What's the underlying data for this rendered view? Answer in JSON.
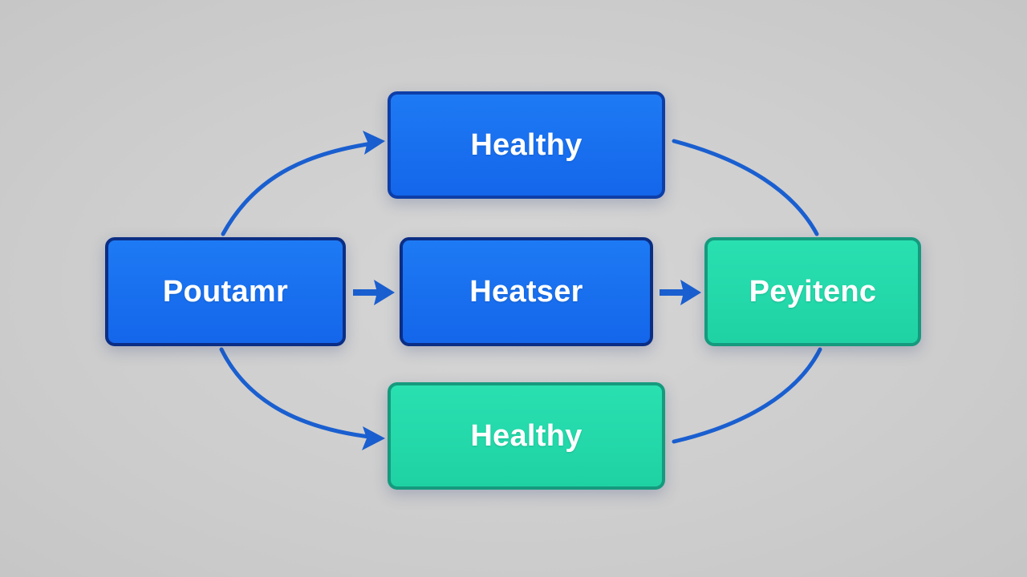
{
  "diagram": {
    "nodes": {
      "top": {
        "label": "Healthy",
        "color": "#1466ea"
      },
      "left": {
        "label": "Poutamr",
        "color": "#1466ea"
      },
      "center": {
        "label": "Heatser",
        "color": "#1466ea"
      },
      "right": {
        "label": "Peyitenc",
        "color": "#1fd2a4"
      },
      "bottom": {
        "label": "Healthy",
        "color": "#1fd2a4"
      }
    },
    "edges": [
      {
        "from": "left",
        "to": "top",
        "arrow": true
      },
      {
        "from": "left",
        "to": "center",
        "arrow": true
      },
      {
        "from": "center",
        "to": "right",
        "arrow": true
      },
      {
        "from": "left",
        "to": "bottom",
        "arrow": true
      },
      {
        "from": "top",
        "to": "right",
        "arrow": false
      },
      {
        "from": "bottom",
        "to": "right",
        "arrow": false
      }
    ],
    "colors": {
      "connector": "#1a5fd0",
      "blue_fill": "#1466ea",
      "green_fill": "#1fd2a4",
      "background": "#cdcdcd"
    }
  }
}
